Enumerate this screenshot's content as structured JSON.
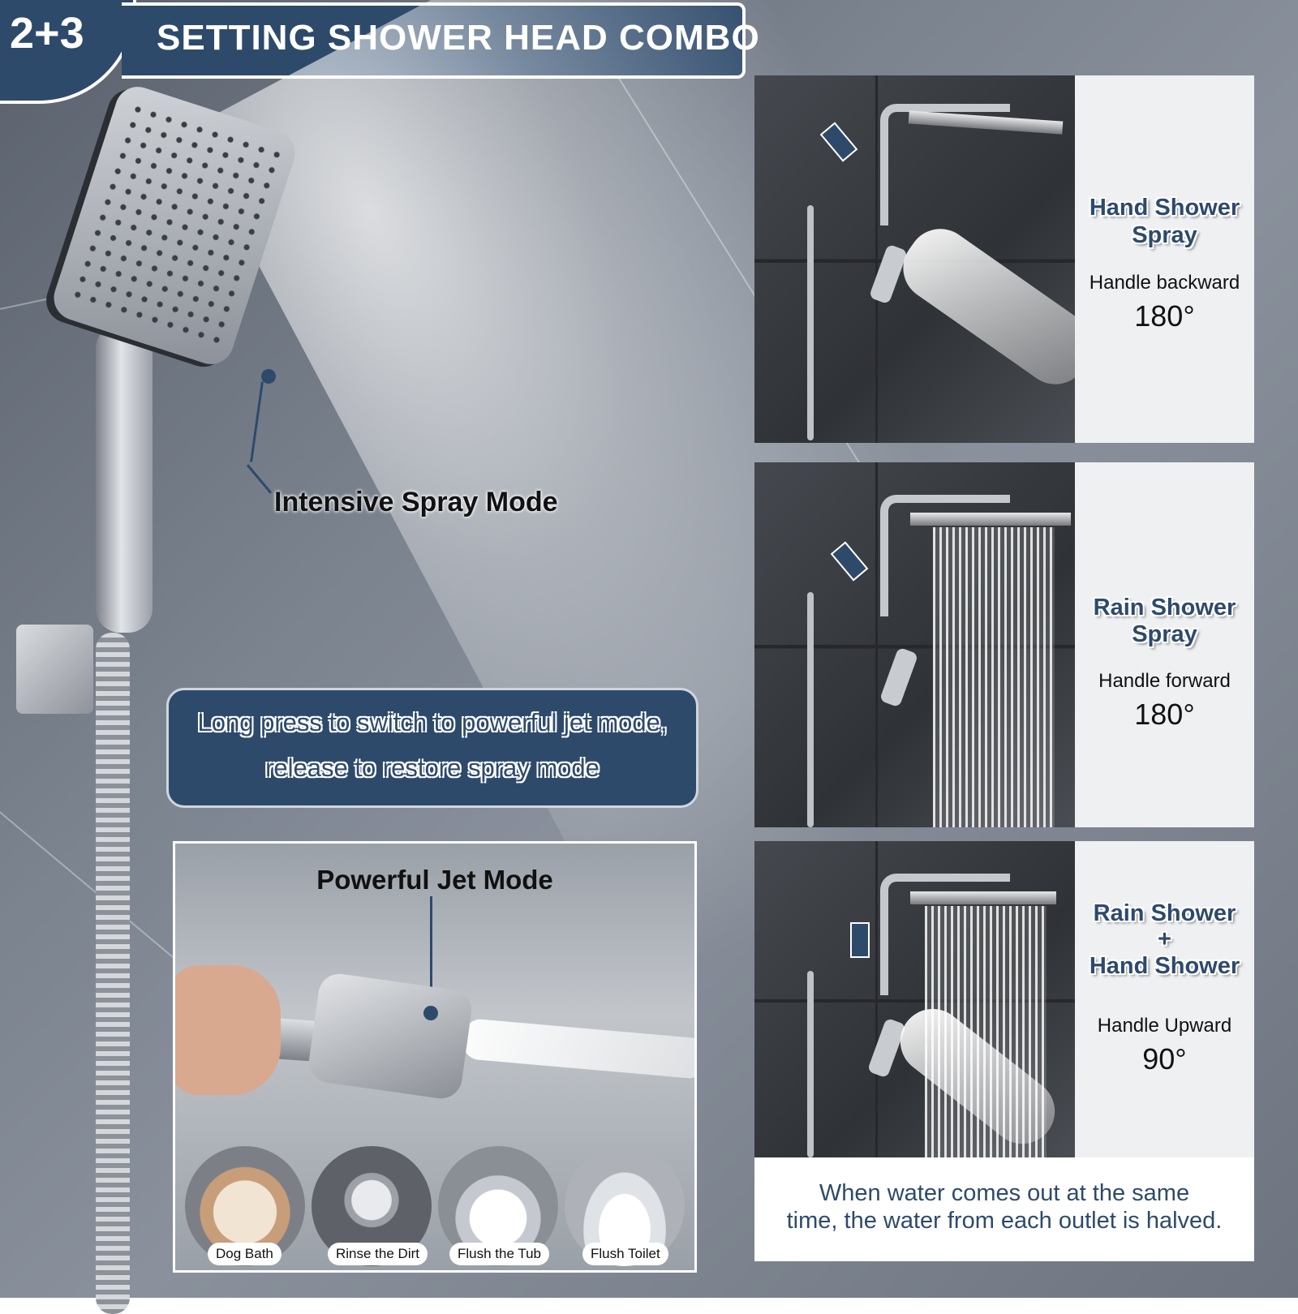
{
  "header": {
    "badge": "2+3",
    "title": "SETTING SHOWER HEAD COMBO"
  },
  "spray_label": "Intensive Spray Mode",
  "notice": {
    "line1": "Long press to switch to powerful jet mode,",
    "line2": "release to restore spray mode"
  },
  "jet_panel": {
    "title": "Powerful Jet Mode",
    "uses": [
      "Dog Bath",
      "Rinse the Dirt",
      "Flush the Tub",
      "Flush Toilet"
    ]
  },
  "modes": [
    {
      "title_line1": "Hand Shower",
      "title_line2": "Spray",
      "title_line3": "",
      "handle": "Handle backward",
      "angle": "180°"
    },
    {
      "title_line1": "Rain Shower",
      "title_line2": "Spray",
      "title_line3": "",
      "handle": "Handle forward",
      "angle": "180°"
    },
    {
      "title_line1": "Rain Shower",
      "title_line2": "+",
      "title_line3": "Hand Shower",
      "handle": "Handle Upward",
      "angle": "90°"
    }
  ],
  "note": {
    "line1": "When water comes out at the same",
    "line2": "time, the water from each outlet is halved."
  },
  "colors": {
    "accent": "#2e4a6b",
    "panel_bg": "#eef0f2"
  }
}
